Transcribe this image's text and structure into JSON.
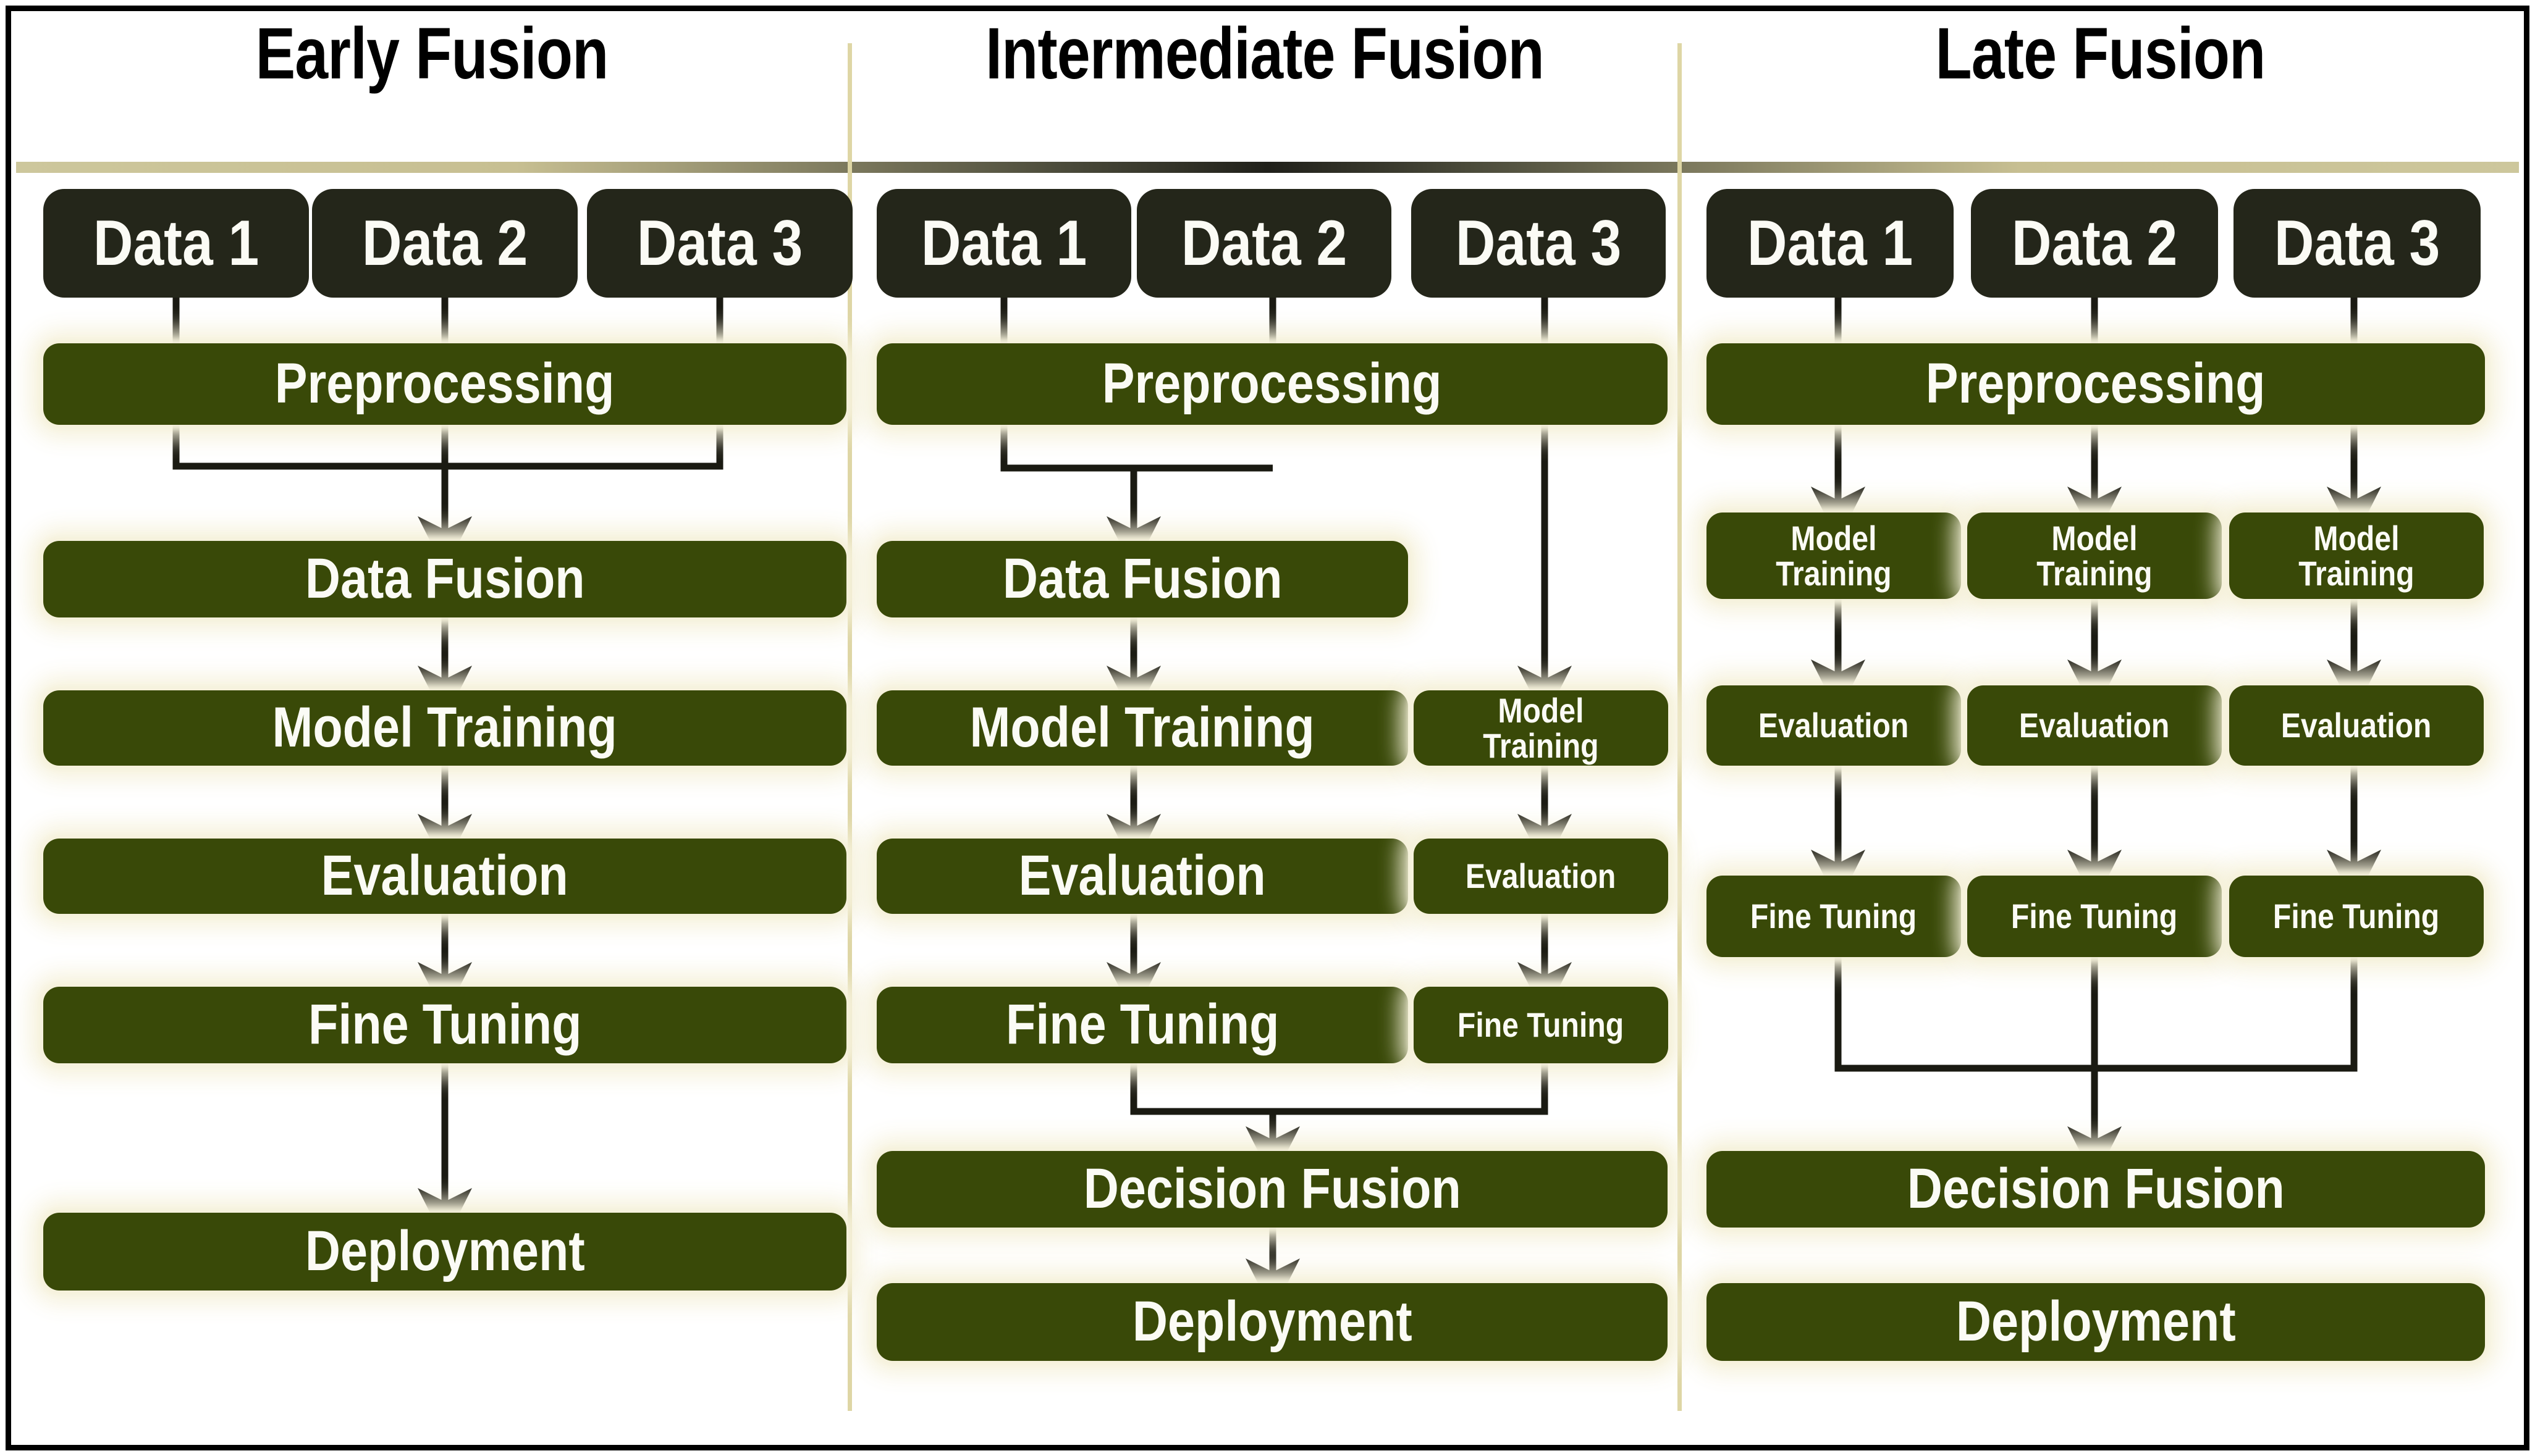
{
  "figure": {
    "type": "flow-diagram",
    "description": "Comparison of three multimodal data fusion pipeline strategies",
    "background": "#ffffff",
    "frame_color": "#000000",
    "colors": {
      "data_box": "#24261a",
      "process_box": "#394908",
      "process_glow": "#f5f1db",
      "text_on_box": "#fbfbf5",
      "title_text": "#000000",
      "divider_vertical": "#ded6a5",
      "rule_horizontal_edge": "#cdc79c",
      "rule_horizontal_center": "#2e2e26",
      "arrow": "#1a1a12"
    }
  },
  "columns": [
    {
      "id": "early-fusion",
      "title": "Early Fusion",
      "sources": [
        "Data 1",
        "Data 2",
        "Data 3"
      ],
      "stages": [
        "Preprocessing",
        "Data Fusion",
        "Model Training",
        "Evaluation",
        "Fine Tuning",
        "Deployment"
      ]
    },
    {
      "id": "intermediate-fusion",
      "title": "Intermediate Fusion",
      "sources": [
        "Data 1",
        "Data 2",
        "Data 3"
      ],
      "stages": [
        "Preprocessing",
        "Data Fusion",
        "Model Training",
        "Evaluation",
        "Fine Tuning",
        "Decision Fusion",
        "Deployment"
      ],
      "branch_stages": [
        "Model Training",
        "Evaluation",
        "Fine Tuning"
      ]
    },
    {
      "id": "late-fusion",
      "title": "Late Fusion",
      "sources": [
        "Data 1",
        "Data 2",
        "Data 3"
      ],
      "stages": [
        "Preprocessing",
        "Decision Fusion",
        "Deployment"
      ],
      "parallel_stages": [
        "Model Training",
        "Evaluation",
        "Fine Tuning"
      ],
      "parallel_branches": 3
    }
  ],
  "nodes": {
    "c1": {
      "d1": "Data 1",
      "d2": "Data 2",
      "d3": "Data 3",
      "pre": "Preprocessing",
      "df": "Data Fusion",
      "mt": "Model Training",
      "ev": "Evaluation",
      "ft": "Fine Tuning",
      "dep": "Deployment"
    },
    "c2": {
      "d1": "Data 1",
      "d2": "Data 2",
      "d3": "Data 3",
      "pre": "Preprocessing",
      "df": "Data Fusion",
      "mt": "Model Training",
      "ev": "Evaluation",
      "ft": "Fine Tuning",
      "mt_b": "Model\nTraining",
      "ev_b": "Evaluation",
      "ft_b": "Fine Tuning",
      "dfu": "Decision Fusion",
      "dep": "Deployment"
    },
    "c3": {
      "d1": "Data 1",
      "d2": "Data 2",
      "d3": "Data 3",
      "pre": "Preprocessing",
      "mt1": "Model\nTraining",
      "mt2": "Model\nTraining",
      "mt3": "Model\nTraining",
      "ev1": "Evaluation",
      "ev2": "Evaluation",
      "ev3": "Evaluation",
      "ft1": "Fine Tuning",
      "ft2": "Fine Tuning",
      "ft3": "Fine Tuning",
      "dfu": "Decision Fusion",
      "dep": "Deployment"
    }
  },
  "titles": {
    "t1": "Early Fusion",
    "t2": "Intermediate Fusion",
    "t3": "Late Fusion"
  }
}
